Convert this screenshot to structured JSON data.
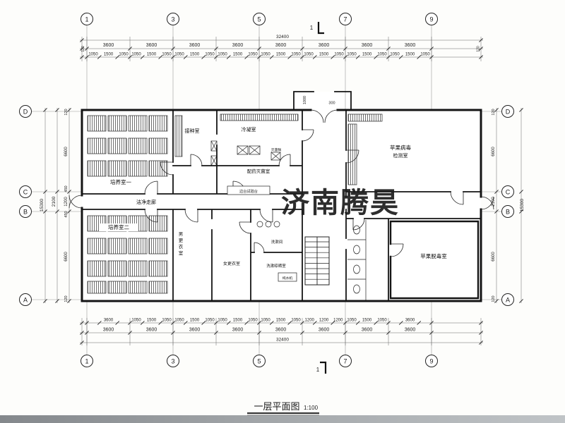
{
  "watermark": {
    "text": "济南腾昊",
    "color": "#e8100f"
  },
  "title": {
    "text": "一层平面图",
    "scale": "1:100"
  },
  "grid": {
    "top_numbers": [
      "1",
      "3",
      "5",
      "7",
      "9"
    ],
    "side_letters": [
      "D",
      "C",
      "B",
      "A"
    ]
  },
  "section_marker": {
    "label": "1"
  },
  "dims": {
    "top": {
      "overall": "32400",
      "majors": [
        "3600",
        "3600",
        "3600",
        "3600",
        "3600",
        "3600",
        "3600",
        "3600"
      ],
      "subs_per_bay": [
        "1050",
        "1500",
        "1050"
      ],
      "edge": "120",
      "vestibule_width": "1000",
      "vestibule_offset": "300"
    },
    "bottom": {
      "overall": "32400",
      "majors": [
        "3600",
        "3600",
        "3600",
        "3600",
        "3600",
        "3600",
        "3600",
        "3600"
      ],
      "subs": [
        "3600",
        "1050",
        "1500",
        "1050",
        "1050",
        "1500",
        "1050",
        "1050",
        "1500",
        "1050",
        "1050",
        "1500",
        "1050",
        "1200",
        "1200",
        "1200",
        "1050",
        "1500",
        "1050",
        "3600"
      ]
    },
    "left": {
      "overall": "15300",
      "corridor": "2100",
      "segments": [
        "120",
        "6600",
        "450",
        "1200",
        "450",
        "6600",
        "120"
      ]
    },
    "right": {
      "overall": "15300",
      "segments": [
        "120",
        "6600",
        "2100",
        "6600",
        "120"
      ]
    }
  },
  "rooms": {
    "culture1": "培养室一",
    "culture2": "培养室二",
    "inoculation": "接种室",
    "condensation": "冷凝室",
    "sterilization": "配药灭菌室",
    "virus_test_line1": "苹果病毒",
    "virus_test_line2": "检测室",
    "clean_corridor": "洁净走廊",
    "men_changing": "男更衣室",
    "women_changing": "女更衣室",
    "washroom": "洗漱间",
    "drying": "洗漱晾晒室",
    "water_machine": "纯水机",
    "detox": "苹果脱毒室",
    "bench": "边台试验台",
    "sterilizer": "灭菌锅"
  }
}
